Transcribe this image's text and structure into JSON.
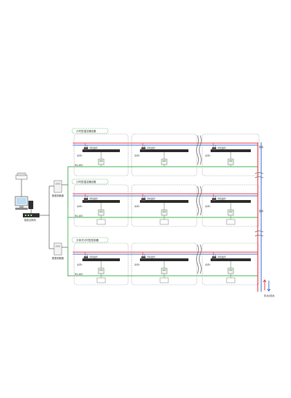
{
  "sections": [
    {
      "title": "计时型温控器设备"
    },
    {
      "title": "计时型温控器设备"
    },
    {
      "title": "分体式计时型控制器"
    }
  ],
  "row_unit_labels": [
    "风机盘管",
    "房间1"
  ],
  "field_bus_label": "RS-485",
  "left_labels": [
    "数据采集器",
    "数据采集器",
    "智能交换机"
  ],
  "legend": {
    "label": "供水/回水",
    "right_tags": [
      "供水",
      "回水"
    ]
  },
  "colors": {
    "supply": "#e8333a",
    "return": "#3a6fd6",
    "bus": "#3cb04a",
    "dark": "#2a2a2a",
    "frame": "#9a9a9a"
  },
  "icons": {
    "pc": "computer-icon",
    "modem": "modem-icon",
    "switch": "network-switch-icon",
    "collector": "data-collector-icon",
    "fan": "fan-coil-icon",
    "thermostat": "thermostat-icon",
    "valve": "valve-icon",
    "break": "wavy-break-icon"
  }
}
